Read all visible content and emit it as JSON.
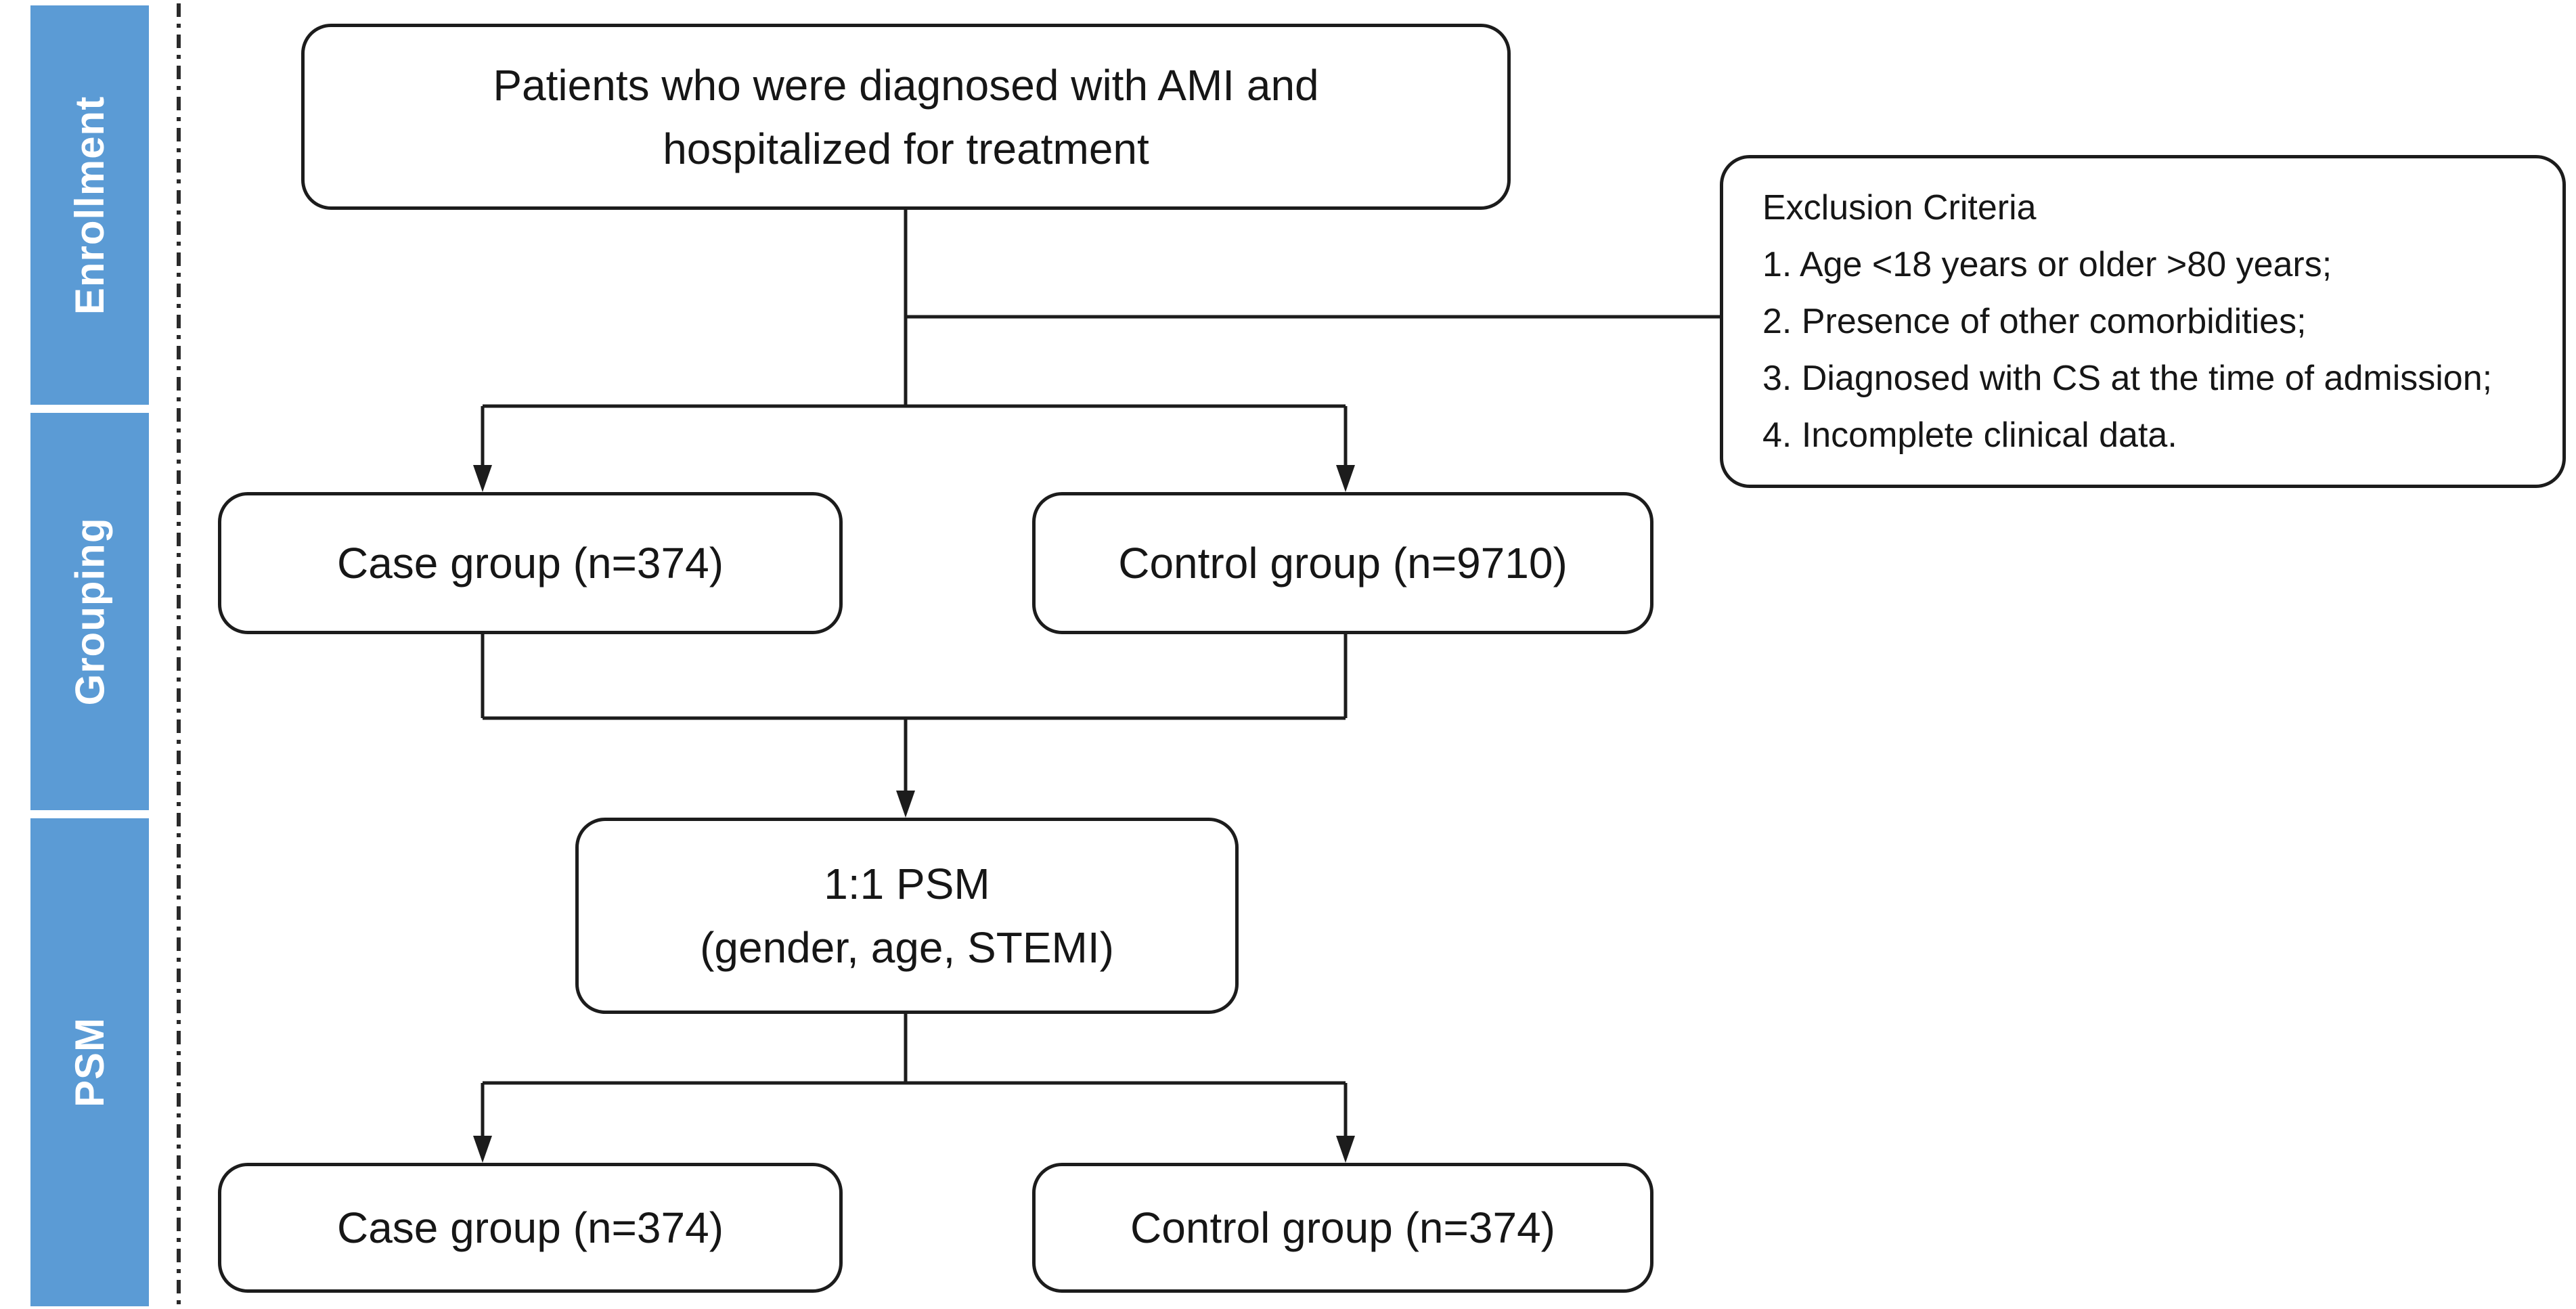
{
  "diagram": {
    "sidebar": {
      "sections": [
        "Enrollment",
        "Grouping",
        "PSM"
      ]
    },
    "nodes": {
      "source": {
        "line1": "Patients who were diagnosed with AMI and",
        "line2": "hospitalized for treatment"
      },
      "exclusion": {
        "title": "Exclusion Criteria",
        "items": [
          "1. Age <18 years or older >80 years;",
          "2. Presence of other comorbidities;",
          "3. Diagnosed with CS at the time of admission;",
          "4. Incomplete clinical data."
        ]
      },
      "case_group": "Case group (n=374)",
      "control_group": "Control group (n=9710)",
      "psm": {
        "line1": "1:1 PSM",
        "line2": "(gender, age, STEMI)"
      },
      "case_group_matched": "Case group (n=374)",
      "control_group_matched": "Control group (n=374)"
    },
    "colors": {
      "sidebar": "#5b9bd5",
      "sidebar_text": "#ffffff",
      "node_border": "#1c1c1c",
      "connector": "#1c1c1c",
      "background": "#ffffff"
    }
  }
}
